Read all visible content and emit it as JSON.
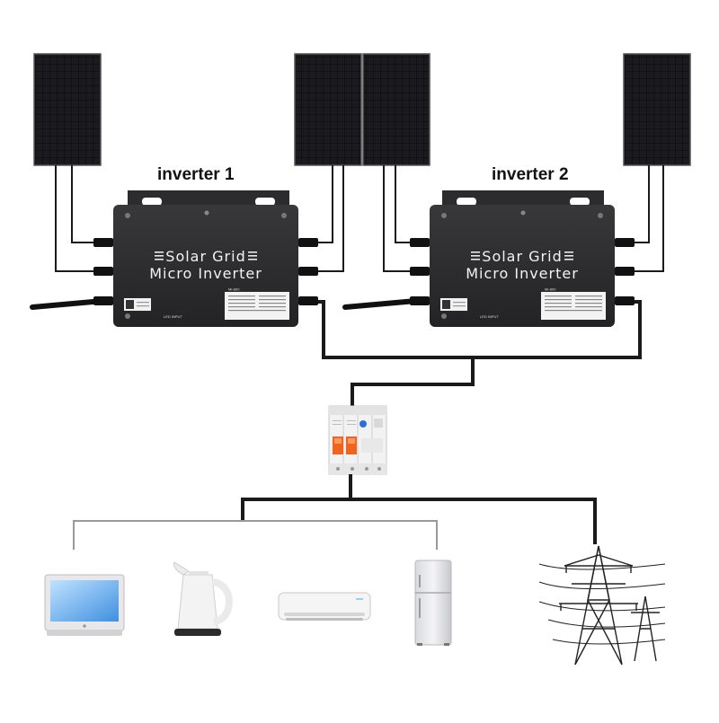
{
  "inverters": [
    {
      "label": "inverter 1",
      "brand_line1": "Solar Grid",
      "brand_line2": "Micro Inverter",
      "model": "MI-800",
      "led_label": "LED INPUT"
    },
    {
      "label": "inverter 2",
      "brand_line1": "Solar Grid",
      "brand_line2": "Micro Inverter",
      "model": "MI-800",
      "led_label": "LED INPUT"
    }
  ],
  "panels": [
    {
      "id": "panel-1"
    },
    {
      "id": "panel-2"
    },
    {
      "id": "panel-3"
    },
    {
      "id": "panel-4"
    }
  ],
  "colors": {
    "panel": "#0e0e10",
    "inverter": "#2b2b2d",
    "cable": "#1a1a1a",
    "appliance_line": "#9a9a9a",
    "breaker_orange": "#f0641e",
    "breaker_blue": "#2a6fd6"
  },
  "icons": {
    "loads": [
      "laptop-icon",
      "kettle-icon",
      "air-conditioner-icon",
      "refrigerator-icon"
    ],
    "grid": "power-tower-icon",
    "breaker": "circuit-breaker-icon"
  }
}
